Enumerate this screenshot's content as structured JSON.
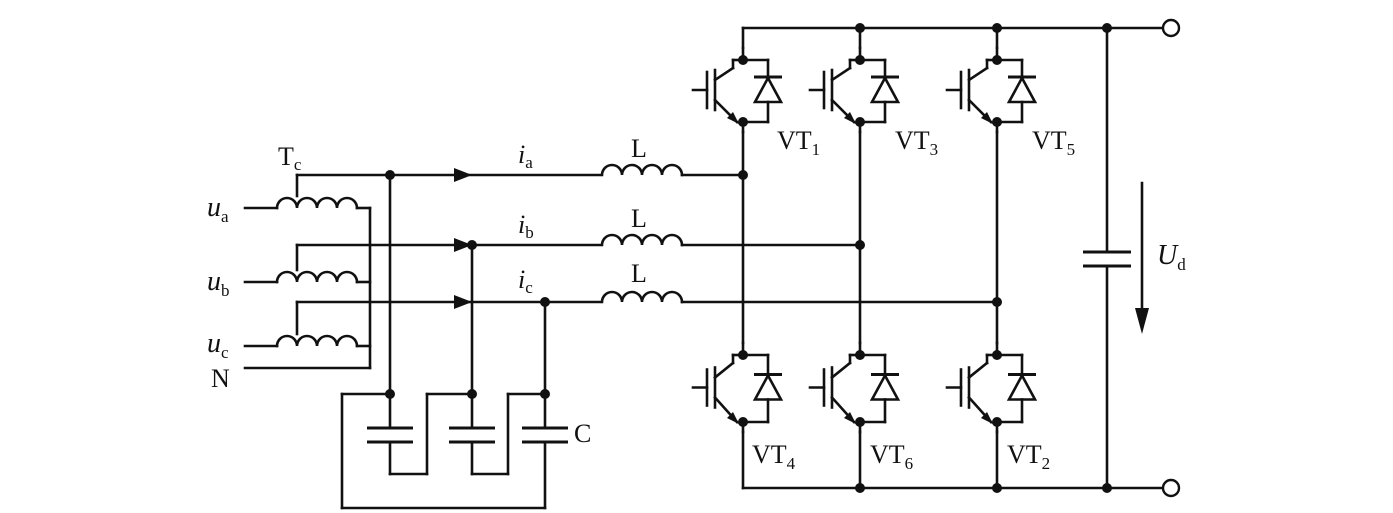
{
  "labels": {
    "tc_main": "T",
    "tc_sub": "c",
    "ua_main": "u",
    "ua_sub": "a",
    "ub_main": "u",
    "ub_sub": "b",
    "uc_main": "u",
    "uc_sub": "c",
    "n": "N",
    "ia_main": "i",
    "ia_sub": "a",
    "ib_main": "i",
    "ib_sub": "b",
    "ic_main": "i",
    "ic_sub": "c",
    "la": "L",
    "lb": "L",
    "lc": "L",
    "c": "C",
    "vt1_main": "VT",
    "vt1_sub": "1",
    "vt3_main": "VT",
    "vt3_sub": "3",
    "vt5_main": "VT",
    "vt5_sub": "5",
    "vt4_main": "VT",
    "vt4_sub": "4",
    "vt6_main": "VT",
    "vt6_sub": "6",
    "vt2_main": "VT",
    "vt2_sub": "2",
    "ud_main": "U",
    "ud_sub": "d"
  }
}
